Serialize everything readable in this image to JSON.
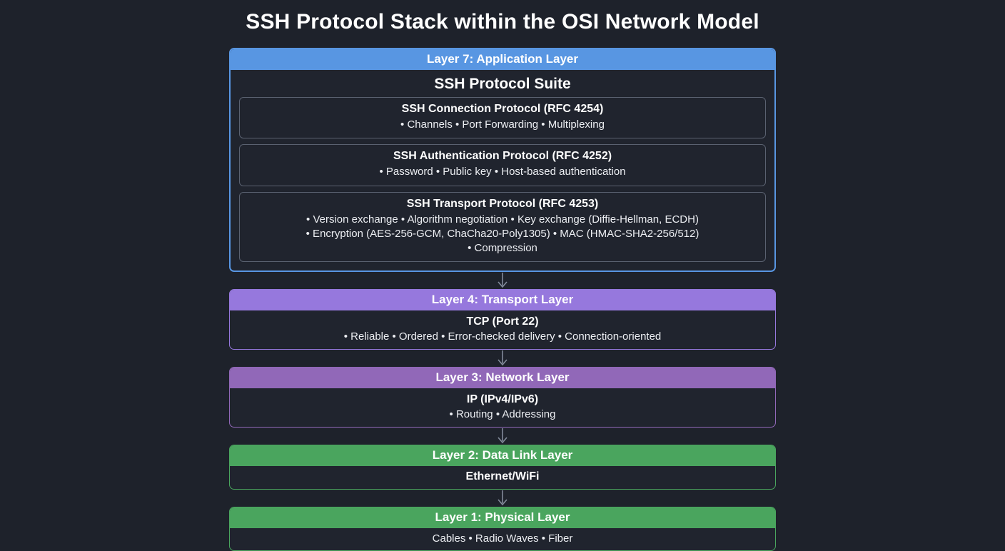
{
  "page": {
    "title": "SSH Protocol Stack within the OSI Network Model",
    "background_color": "#1e222b",
    "text_color": "#f2f4f7"
  },
  "colors": {
    "layer7_blue": "#5896e2",
    "layer4_purple": "#9678dd",
    "layer3_purple": "#9168b8",
    "layer2_green": "#4aa55e",
    "layer1_green": "#4aa55e",
    "subbox_border": "#5a6170",
    "arrow_gray": "#828a9a"
  },
  "icons": {
    "down_arrow": "↓"
  },
  "layers": {
    "layer7": {
      "header": "Layer 7: Application Layer",
      "suite_title": "SSH Protocol Suite",
      "protocols": [
        {
          "title": "SSH Connection Protocol (RFC 4254)",
          "lines": [
            "• Channels • Port Forwarding • Multiplexing"
          ]
        },
        {
          "title": "SSH Authentication Protocol (RFC 4252)",
          "lines": [
            "• Password • Public key • Host-based authentication"
          ]
        },
        {
          "title": "SSH Transport Protocol (RFC 4253)",
          "lines": [
            "• Version exchange • Algorithm negotiation • Key exchange (Diffie-Hellman, ECDH)",
            "• Encryption (AES-256-GCM, ChaCha20-Poly1305) • MAC (HMAC-SHA2-256/512)",
            "• Compression"
          ]
        }
      ]
    },
    "layer4": {
      "header": "Layer 4: Transport Layer",
      "title": "TCP (Port 22)",
      "detail": "• Reliable • Ordered • Error-checked delivery • Connection-oriented"
    },
    "layer3": {
      "header": "Layer 3: Network Layer",
      "title": "IP (IPv4/IPv6)",
      "detail": "• Routing • Addressing"
    },
    "layer2": {
      "header": "Layer 2: Data Link Layer",
      "title": "Ethernet/WiFi"
    },
    "layer1": {
      "header": "Layer 1: Physical Layer",
      "detail": "Cables • Radio Waves • Fiber"
    }
  }
}
